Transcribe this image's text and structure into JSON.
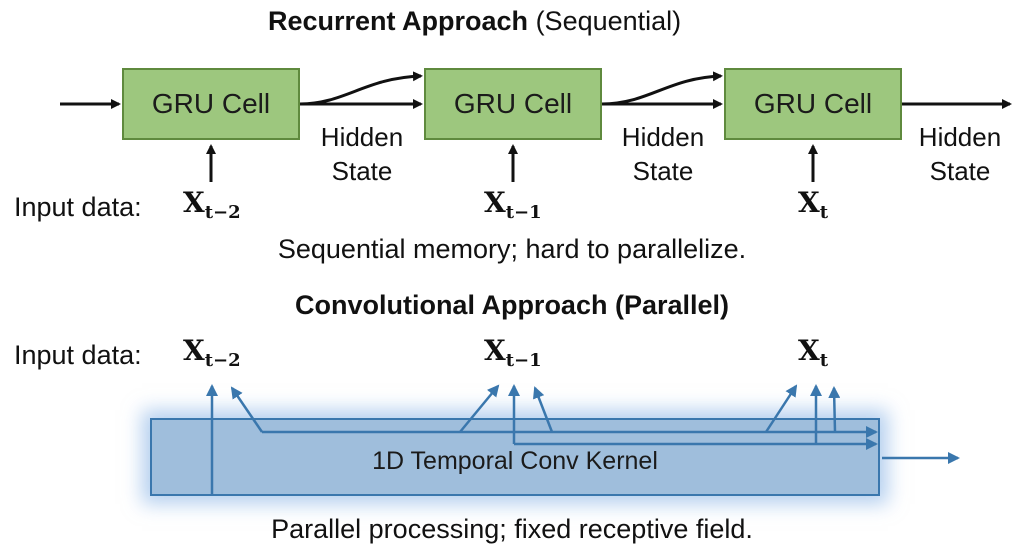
{
  "recurrent": {
    "title_bold": "Recurrent Approach",
    "title_rest": "(Sequential)",
    "cells": [
      "GRU Cell",
      "GRU Cell",
      "GRU Cell"
    ],
    "hidden_line1": "Hidden",
    "hidden_line2": "State",
    "input_label": "Input data:",
    "inputs": [
      "X",
      "X",
      "X"
    ],
    "input_subs": [
      "t−2",
      "t−1",
      "t"
    ],
    "note": "Sequential memory; hard to parallelize."
  },
  "convolutional": {
    "title": "Convolutional Approach (Parallel)",
    "input_label": "Input data:",
    "inputs": [
      "X",
      "X",
      "X"
    ],
    "input_subs": [
      "t−2",
      "t−1",
      "t"
    ],
    "kernel_label": "1D Temporal Conv Kernel",
    "note": "Parallel processing; fixed receptive field."
  },
  "colors": {
    "cell_fill": "#9dc77e",
    "cell_border": "#5f8a3e",
    "kernel_fill": "#9fbedc",
    "kernel_border": "#3a77ad",
    "conv_arrow": "#3a77ad"
  }
}
